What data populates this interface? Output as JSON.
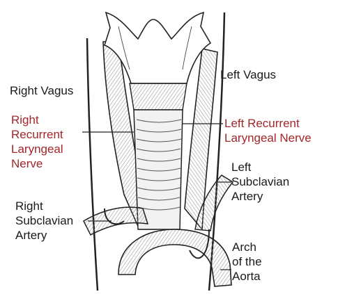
{
  "labels": {
    "right_vagus": "Right Vagus",
    "left_vagus": "Left Vagus",
    "right_recurrent": "Right\nRecurrent\nLaryngeal\nNerve",
    "left_recurrent": "Left Recurrent\nLaryngeal Nerve",
    "left_subclavian": "Left\nSubclavian\nArtery",
    "right_subclavian": "Right\nSubclavian\nArtery",
    "arch": "Arch\nof the\nAorta"
  },
  "colors": {
    "label_black": "#1a1a1a",
    "label_red": "#a3262a",
    "line": "#222222",
    "vessel_fill": "#e6e6e6"
  }
}
